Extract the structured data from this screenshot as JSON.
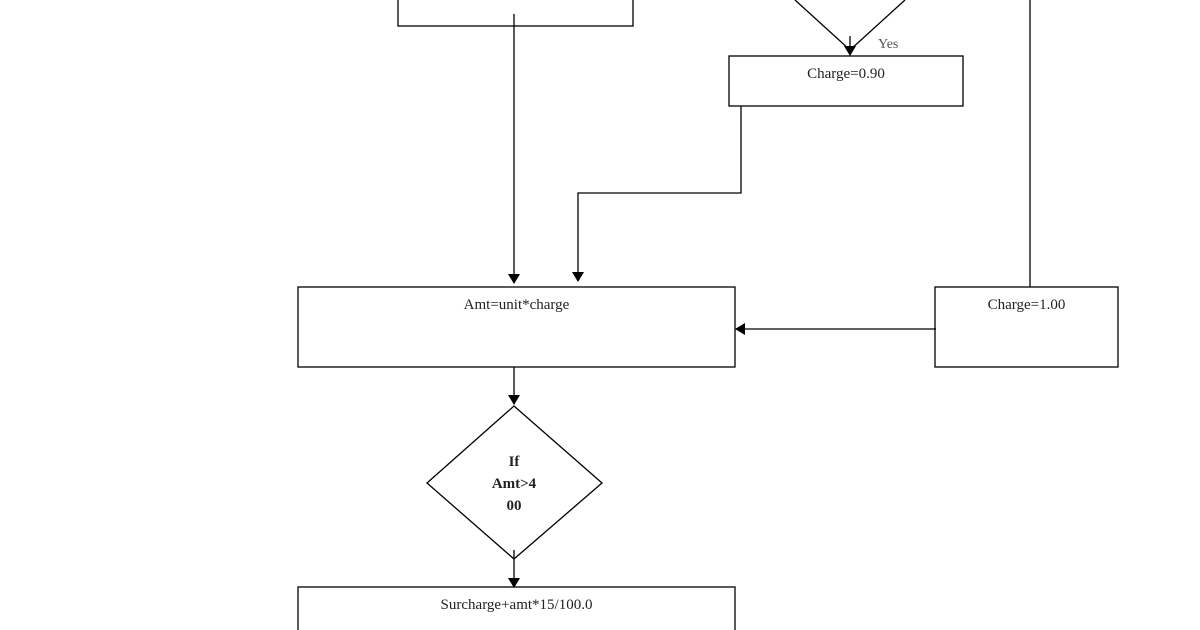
{
  "flowchart": {
    "boxes": {
      "charge_090": "Charge=0.90",
      "amt": "Amt=unit*charge",
      "charge_100": "Charge=1.00",
      "surcharge": "Surcharge+amt*15/100.0"
    },
    "decision": {
      "line1": "If",
      "line2": "Amt>4",
      "line3": "00"
    },
    "labels": {
      "yes": "Yes"
    }
  }
}
